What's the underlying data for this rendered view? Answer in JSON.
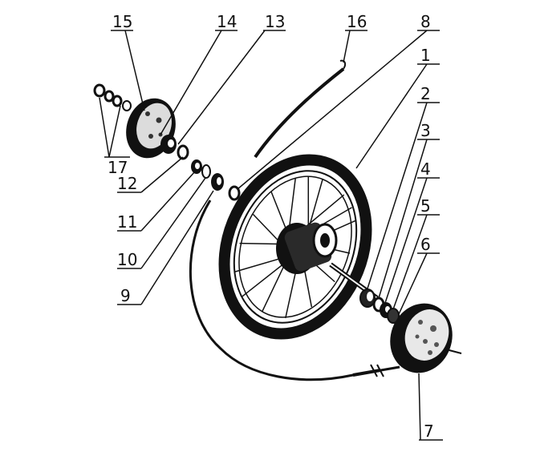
{
  "diagram": {
    "parts": [
      {
        "id": "part-1",
        "label": "1"
      },
      {
        "id": "part-2",
        "label": "2"
      },
      {
        "id": "part-3",
        "label": "3"
      },
      {
        "id": "part-4",
        "label": "4"
      },
      {
        "id": "part-5",
        "label": "5"
      },
      {
        "id": "part-6",
        "label": "6"
      },
      {
        "id": "part-7",
        "label": "7"
      },
      {
        "id": "part-8",
        "label": "8"
      },
      {
        "id": "part-9",
        "label": "9"
      },
      {
        "id": "part-10",
        "label": "10"
      },
      {
        "id": "part-11",
        "label": "11"
      },
      {
        "id": "part-12",
        "label": "12"
      },
      {
        "id": "part-13",
        "label": "13"
      },
      {
        "id": "part-14",
        "label": "14"
      },
      {
        "id": "part-15",
        "label": "15"
      },
      {
        "id": "part-16",
        "label": "16"
      },
      {
        "id": "part-17",
        "label": "17"
      }
    ],
    "colors": {
      "ink": "#111111",
      "paper": "#ffffff"
    }
  }
}
